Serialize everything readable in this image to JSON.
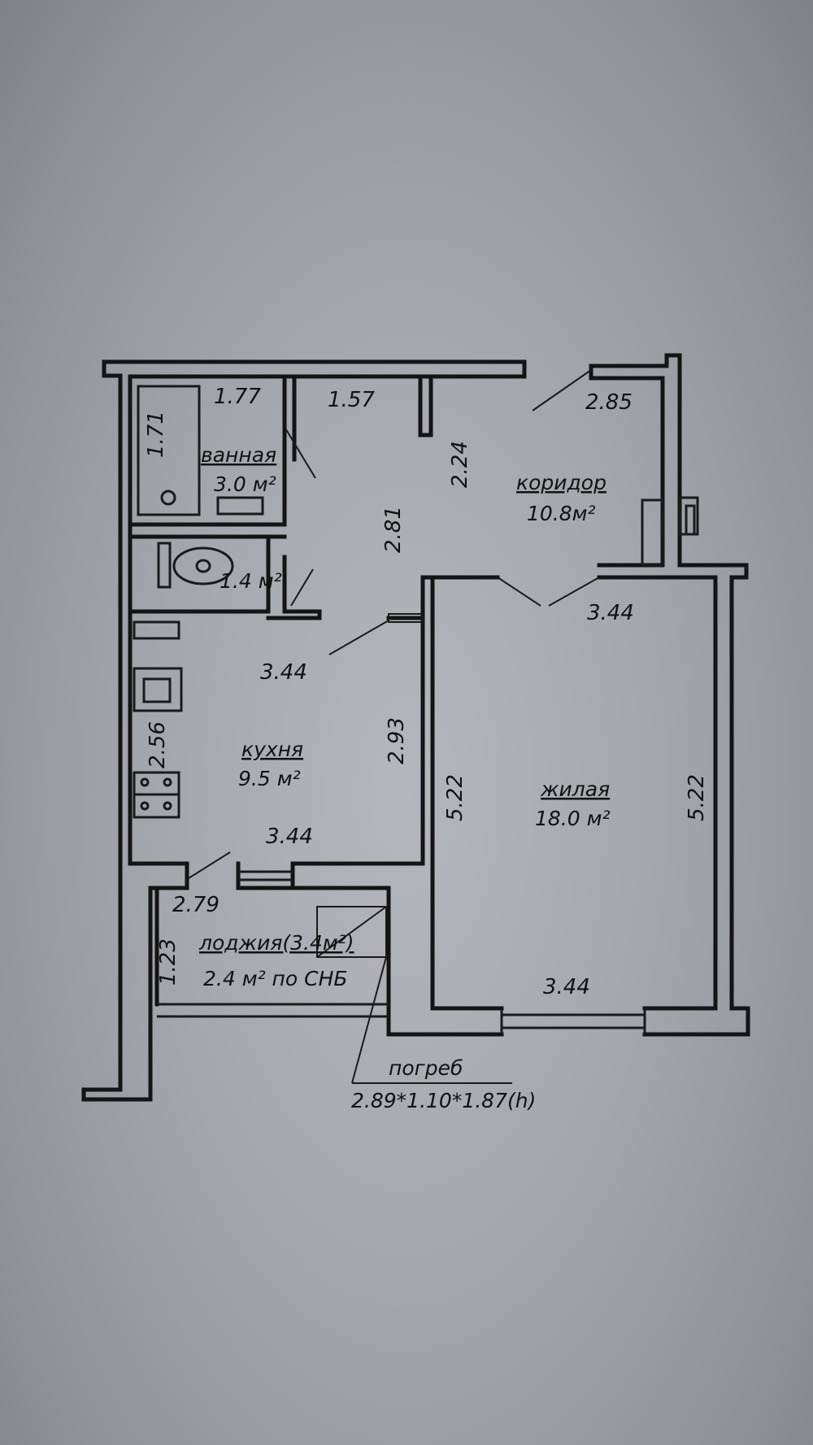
{
  "rooms": {
    "bath": {
      "name": "ванная",
      "area": "3.0 м²"
    },
    "wc": {
      "area": "1.4 м²"
    },
    "corridor": {
      "name": "коридор",
      "area": "10.8м²"
    },
    "kitchen": {
      "name": "кухня",
      "area": "9.5 м²"
    },
    "living": {
      "name": "жилая",
      "area": "18.0 м²"
    },
    "loggia": {
      "name": "лоджия(3.4м²)",
      "area": "2.4 м² по СНБ"
    },
    "cellar": {
      "name": "погреб",
      "size": "2.89*1.10*1.87(h)"
    }
  },
  "dimensions": {
    "bath_width": "1.77",
    "bath_height": "1.71",
    "corridor_top": "1.57",
    "corridor_side": "2.24",
    "corridor_entry": "2.85",
    "corridor_length": "2.81",
    "living_top": "3.44",
    "kitchen_top": "3.44",
    "kitchen_side": "2.93",
    "kitchen_left": "2.56",
    "kitchen_bottom": "3.44",
    "living_left": "5.22",
    "living_right": "5.22",
    "living_bottom": "3.44",
    "loggia_width": "2.79",
    "loggia_depth": "1.23"
  }
}
